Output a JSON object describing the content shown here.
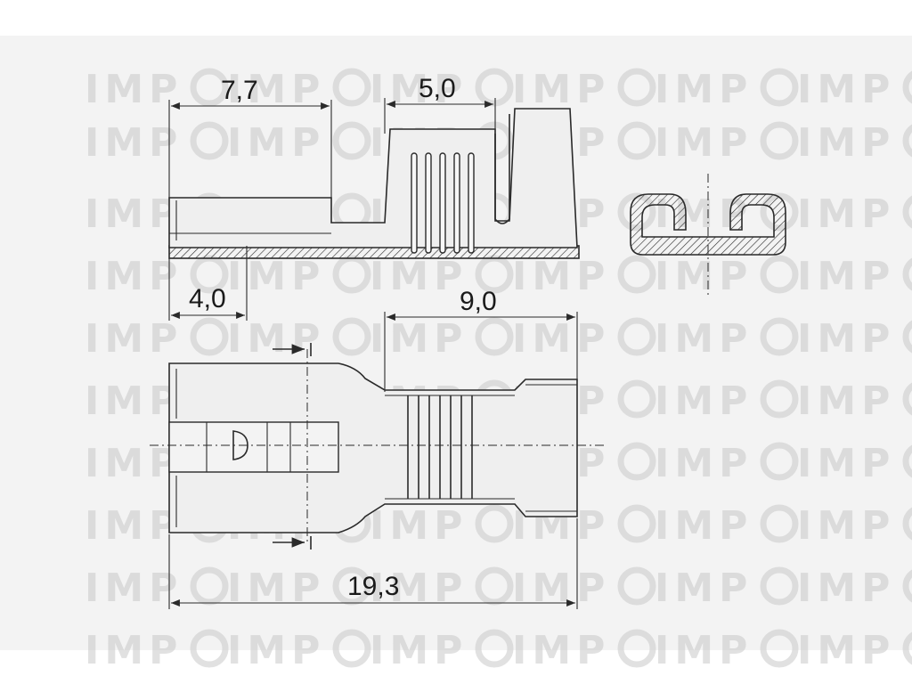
{
  "watermark": {
    "text": "IMP",
    "color": "#c9c9c9"
  },
  "dimensions": {
    "top_left_width": "7,7",
    "top_middle_width": "5,0",
    "bottom_left_width": "4,0",
    "crimp_length": "9,0",
    "overall_length": "19,3"
  },
  "colors": {
    "background": "#f3f3f3",
    "line": "#2a2a2a",
    "text": "#1a1a1a"
  }
}
